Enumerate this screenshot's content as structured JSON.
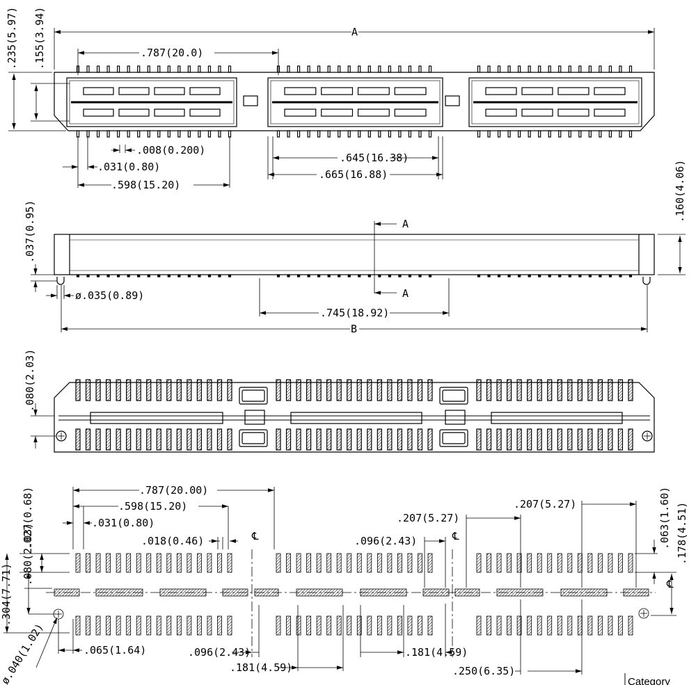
{
  "top_view": {
    "dims": {
      "overall_width": "A",
      "height_outer": ".235(5.97)",
      "height_inner": ".155(3.94)",
      "section_pitch": ".787(20.0)",
      "pin_width": ".008(0.200)",
      "pin_pitch": ".031(0.80)",
      "pin_row_span": ".598(15.20)",
      "housing_inner": ".645(16.38)",
      "housing_outer": ".665(16.88)"
    }
  },
  "side_view": {
    "dims": {
      "overall_height": ".160(4.06)",
      "standoff": ".037(0.95)",
      "post_diameter": "ø.035(0.89)",
      "span": ".745(18.92)",
      "overall_length": "B",
      "section_marker": "A"
    }
  },
  "bottom_view": {
    "dims": {
      "pin_row_offset": ".080(2.03)"
    }
  },
  "footprint": {
    "dims": {
      "section_pitch": ".787(20.00)",
      "pin_row_span": ".598(15.20)",
      "pin_pitch": ".031(0.80)",
      "pad_width": ".018(0.46)",
      "row_offset": ".080(2.03)",
      "pad_length": ".027(0.68)",
      "total_height": ".304(7.71)",
      "hole_diameter": "ø.040(1.02)",
      "hole_offset": ".065(1.64)",
      "gap_left": ".096(2.43)",
      "gap_right": ".096(2.43)",
      "ground_pad_pitch_left": ".181(4.59)",
      "ground_pad_pitch_right": ".181(4.59)",
      "offset_a": ".207(5.27)",
      "offset_b": ".207(5.27)",
      "ground_spacing": ".250(6.35)",
      "right_pad_len": ".063(1.60)",
      "right_height": ".178(4.51)",
      "centerline": "℄"
    }
  },
  "corner_label": "Category"
}
